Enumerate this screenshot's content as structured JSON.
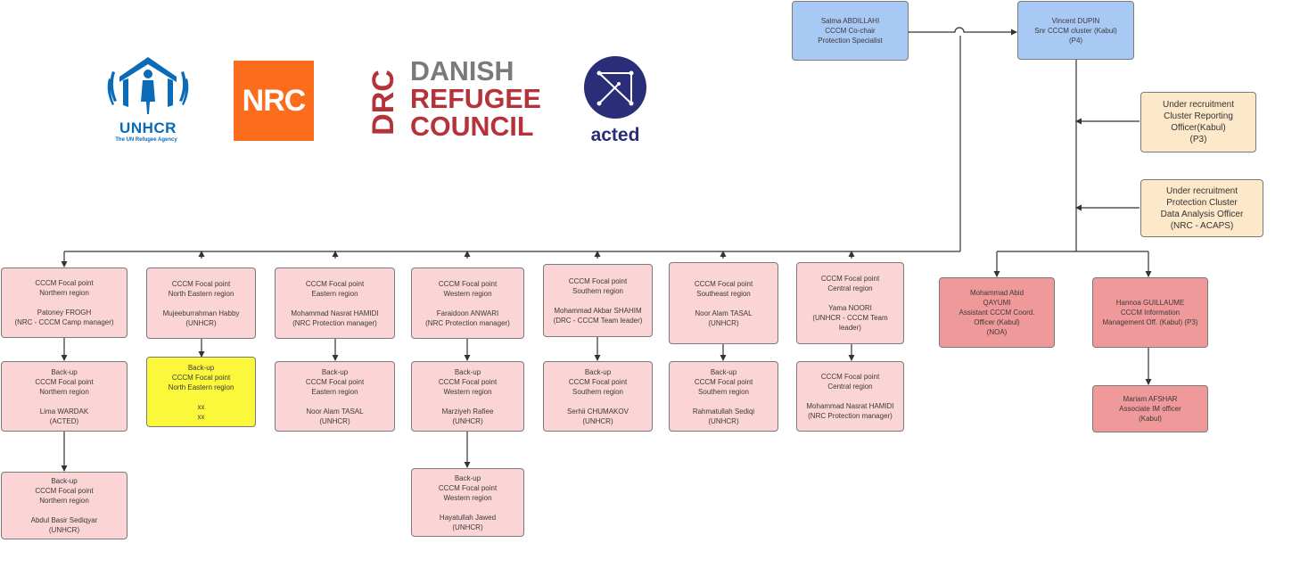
{
  "logos": {
    "unhcr": {
      "name": "UNHCR",
      "tagline": "The UN Refugee Agency",
      "color": "#0a6bb8"
    },
    "nrc": {
      "name": "NRC",
      "color": "#fb6c1c"
    },
    "drc": {
      "mark": "DRC",
      "line1": "DANISH",
      "line2": "REFUGEE",
      "line3": "COUNCIL",
      "color": "#b5323a"
    },
    "acted": {
      "name": "acted",
      "color": "#2a2d78"
    }
  },
  "colors": {
    "pink": "#fbd4d6",
    "blue": "#a9c9f5",
    "cream": "#fde9c9",
    "red": "#f0999a",
    "yellow": "#fbf83c",
    "line": "#333333"
  },
  "top": {
    "salma": {
      "lines": [
        "Salma ABDILLAHI",
        "CCCM Co-chair",
        "Protection Specialist"
      ]
    },
    "vincent": {
      "lines": [
        "Vincent DUPIN",
        "Snr CCCM cluster (Kabul)",
        "(P4)"
      ]
    },
    "reporting": {
      "lines": [
        "Under recruitment",
        "Cluster Reporting",
        "Officer(Kabul)",
        "(P3)"
      ]
    },
    "data_analysis": {
      "lines": [
        "Under recruitment",
        "Protection Cluster",
        "Data Analysis Officer",
        "(NRC - ACAPS)"
      ]
    }
  },
  "focal_points": [
    {
      "id": "northern",
      "lines": [
        "CCCM Focal point",
        "Northern region",
        "",
        "Patoney FROGH",
        "(NRC - CCCM Camp manager)"
      ]
    },
    {
      "id": "north-eastern",
      "lines": [
        "CCCM Focal point",
        "North Eastern region",
        "",
        "Mujeeburrahman Habby",
        "(UNHCR)"
      ]
    },
    {
      "id": "eastern",
      "lines": [
        "CCCM Focal point",
        "Eastern region",
        "",
        "Mohammad Nasrat HAMIDI",
        "(NRC Protection manager)"
      ]
    },
    {
      "id": "western",
      "lines": [
        "CCCM Focal point",
        "Western region",
        "",
        "Faraidoon ANWARI",
        "(NRC Protection manager)"
      ]
    },
    {
      "id": "southern",
      "lines": [
        "CCCM Focal point",
        "Southern region",
        "",
        "Mohammad Akbar SHAHIM",
        "(DRC - CCCM Team leader)"
      ]
    },
    {
      "id": "southeast",
      "lines": [
        "CCCM Focal point",
        "Southeast region",
        "",
        "Noor Alam TASAL",
        "(UNHCR)"
      ]
    },
    {
      "id": "central",
      "lines": [
        "CCCM Focal point",
        "Central region",
        "",
        "Yama NOORI",
        "(UNHCR - CCCM Team",
        "leader)"
      ]
    }
  ],
  "backups": [
    {
      "id": "northern-1",
      "lines": [
        "Back-up",
        "CCCM Focal point",
        "Northern region",
        "",
        "Lima WARDAK",
        "(ACTED)"
      ]
    },
    {
      "id": "north-eastern-1",
      "lines": [
        "Back-up",
        "CCCM Focal point",
        "North Eastern region",
        "",
        "xx",
        "xx"
      ]
    },
    {
      "id": "eastern-1",
      "lines": [
        "Back-up",
        "CCCM Focal point",
        "Eastern region",
        "",
        "Noor Alam TASAL",
        "(UNHCR)"
      ]
    },
    {
      "id": "western-1",
      "lines": [
        "Back-up",
        "CCCM Focal point",
        "Western region",
        "",
        "Marziyeh Rafiee",
        "(UNHCR)"
      ]
    },
    {
      "id": "southern-1",
      "lines": [
        "Back-up",
        "CCCM Focal point",
        "Southern region",
        "",
        "Serhii CHUMAKOV",
        "(UNHCR)"
      ]
    },
    {
      "id": "southeast-1",
      "lines": [
        "Back-up",
        "CCCM Focal point",
        "Southern region",
        "",
        "Rahmatullah Sediqi",
        "(UNHCR)"
      ]
    },
    {
      "id": "central-1",
      "lines": [
        "CCCM Focal point",
        "Central region",
        "",
        "Mohammad Nasrat HAMIDI",
        "(NRC Protection manager)"
      ]
    },
    {
      "id": "northern-2",
      "lines": [
        "Back-up",
        "CCCM Focal point",
        "Northern region",
        "",
        "Abdul Basir Sediqyar",
        "(UNHCR)"
      ]
    },
    {
      "id": "western-2",
      "lines": [
        "Back-up",
        "CCCM Focal point",
        "Western region",
        "",
        "Hayatullah Jawed",
        "(UNHCR)"
      ]
    }
  ],
  "staff": {
    "qayumi": {
      "lines": [
        "Mohammad Abid",
        "QAYUMI",
        "Assistant CCCM Coord.",
        "Officer (Kabul)",
        "(NOA)"
      ]
    },
    "guillaume": {
      "lines": [
        "Hannoa GUILLAUME",
        "CCCM Information",
        "Management Off. (Kabul) (P3)"
      ]
    },
    "afshar": {
      "lines": [
        "Mariam AFSHAR",
        "Associate IM officer",
        "(Kabul)"
      ]
    }
  }
}
